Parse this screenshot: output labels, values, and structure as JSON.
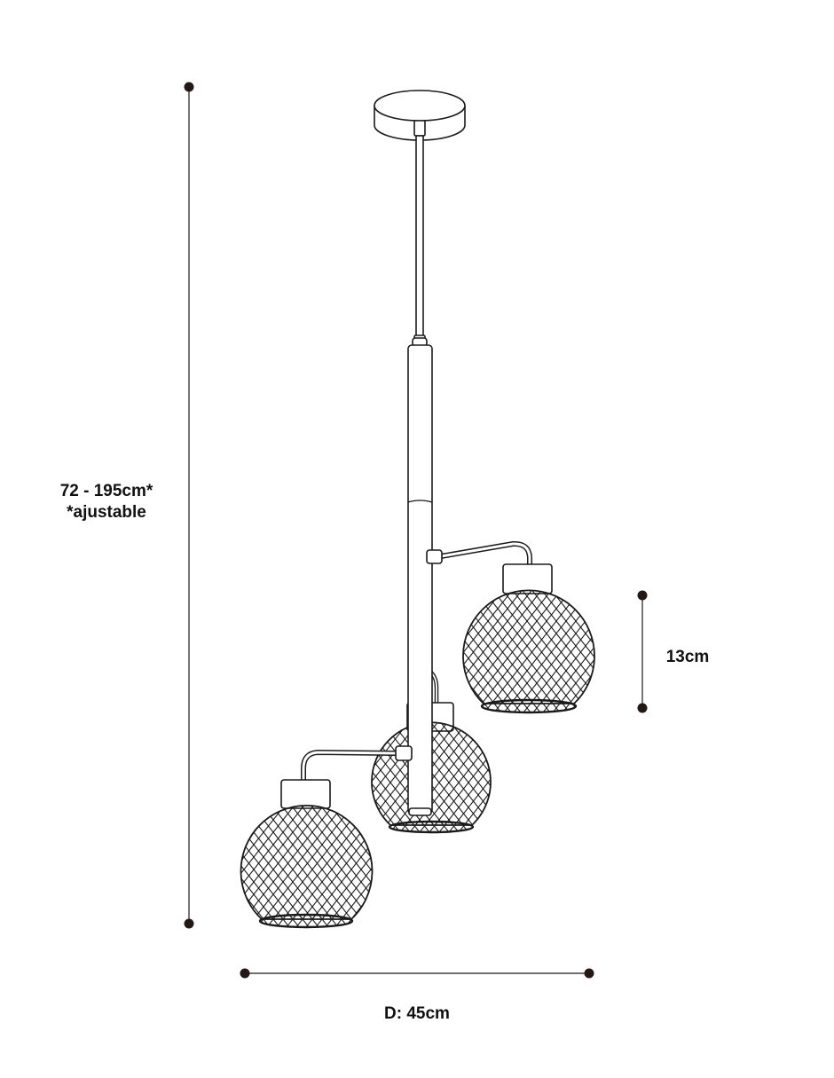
{
  "dimensions": {
    "height_label": "72 - 195cm*",
    "height_note": "*ajustable",
    "shade_label": "13cm",
    "diameter_label": "D: 45cm"
  },
  "colors": {
    "line": "#1a1a1a",
    "dot": "#231815",
    "background": "#ffffff"
  }
}
